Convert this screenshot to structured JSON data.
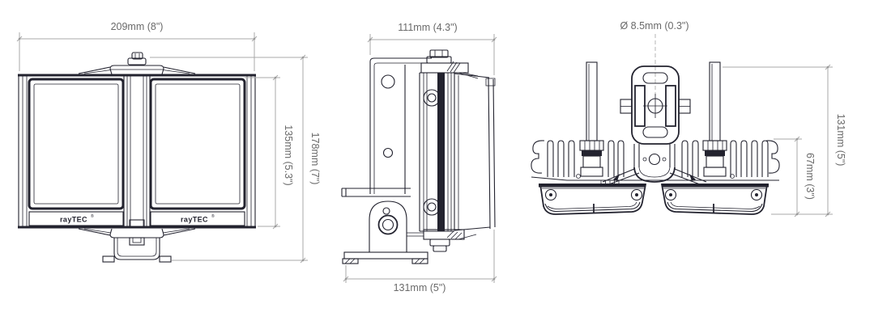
{
  "colors": {
    "line": "#23232f",
    "dimension_line": "#a9a9a9",
    "dimension_text": "#6a6a6a",
    "background": "#ffffff"
  },
  "views": {
    "front": {
      "width_dim": "209mm (8\")",
      "height_inner_dim": "135mm (5.3\")",
      "height_outer_dim": "178mm (7\")",
      "brand": "rayTEC",
      "brand_mark": "®"
    },
    "side": {
      "width_dim": "111mm (4.3\")",
      "base_width_dim": "131mm (5\")"
    },
    "top": {
      "hole_dim": "Ø 8.5mm (0.3\")",
      "depth_inner_dim": "67mm (3\")",
      "depth_outer_dim": "131mm (5\")"
    }
  }
}
